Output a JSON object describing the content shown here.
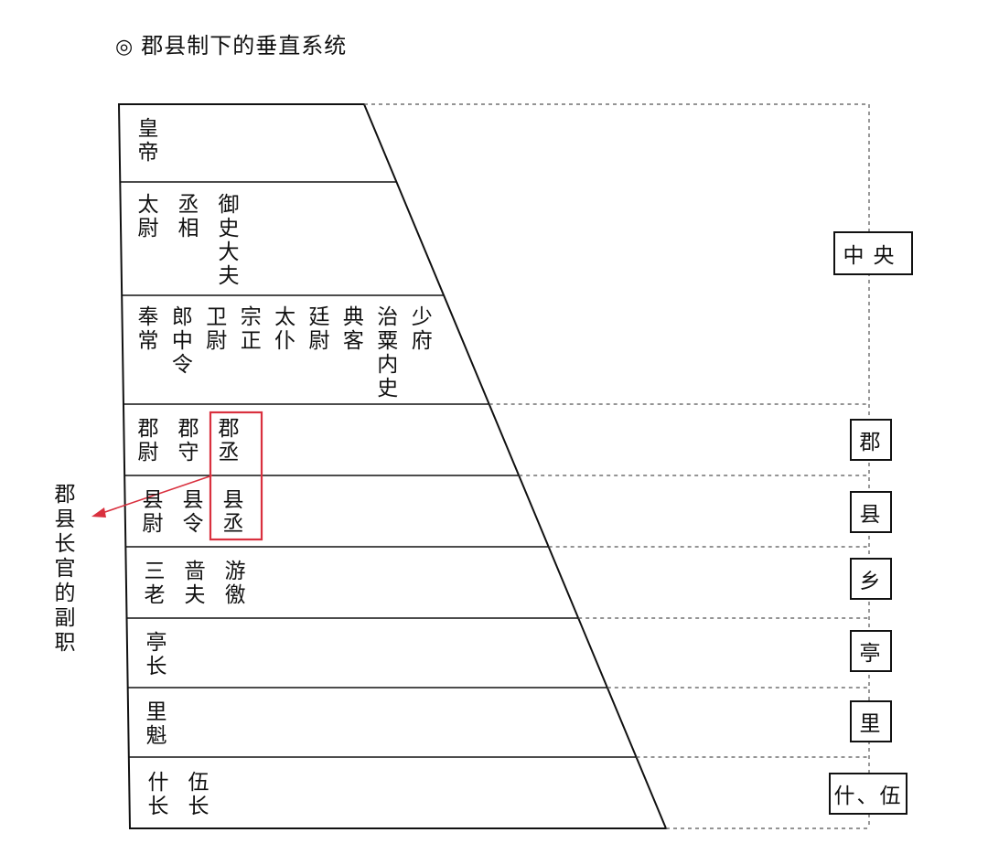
{
  "title": "郡县制下的垂直系统",
  "title_mark": "◎",
  "rows": [
    {
      "id": "emperor",
      "columns": [
        "皇帝"
      ]
    },
    {
      "id": "three-dukes",
      "columns": [
        "太尉",
        "丞相",
        "御史大夫"
      ]
    },
    {
      "id": "nine-ministers",
      "columns": [
        "奉常",
        "郎中令",
        "卫尉",
        "宗正",
        "太仆",
        "廷尉",
        "典客",
        "治粟内史",
        "少府"
      ]
    },
    {
      "id": "commandery",
      "columns": [
        "郡尉",
        "郡守",
        "郡丞"
      ]
    },
    {
      "id": "county",
      "columns": [
        "县尉",
        "县令",
        "县丞"
      ]
    },
    {
      "id": "township",
      "columns": [
        "三老",
        "啬夫",
        "游徼"
      ]
    },
    {
      "id": "pavilion",
      "columns": [
        "亭长"
      ]
    },
    {
      "id": "village",
      "columns": [
        "里魁"
      ]
    },
    {
      "id": "squad",
      "columns": [
        "什长",
        "伍长"
      ]
    }
  ],
  "levels": [
    "中央",
    "郡",
    "县",
    "乡",
    "亭",
    "里",
    "什、伍"
  ],
  "annotation": "郡县长官的副职",
  "colors": {
    "ink": "#111111",
    "highlight": "#d9303e",
    "dashed": "#555555"
  }
}
